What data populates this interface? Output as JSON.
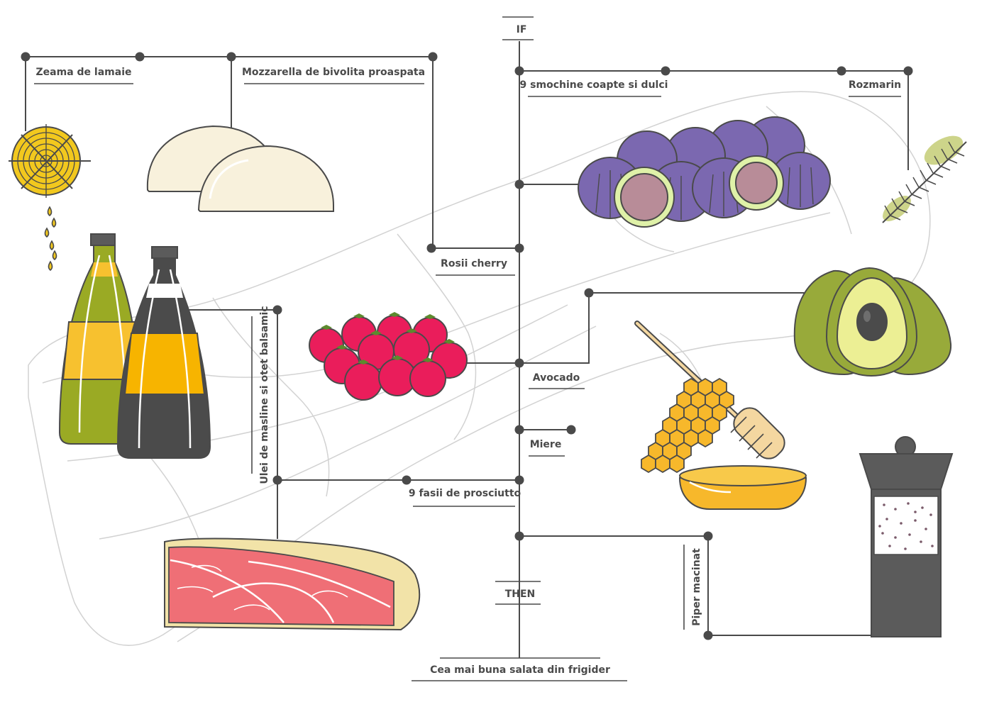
{
  "labels": {
    "if": "IF",
    "then": "THEN",
    "lemon_juice": "Zeama de lamaie",
    "mozzarella": "Mozzarella de bivolita proaspata",
    "figs": "9 smochine coapte si dulci",
    "rosemary": "Rozmarin",
    "cherry_tomatoes": "Rosii cherry",
    "oil_vinegar": "Ulei de masline si otet balsamic",
    "avocado": "Avocado",
    "honey": "Miere",
    "prosciutto": "9 fasii de prosciutto",
    "pepper": "Piper macinat",
    "result": "Cea mai buna salata din frigider"
  },
  "colors": {
    "line": "#4a4a4a",
    "lemon": "#f2c81e",
    "olive_oil": "#9aaa24",
    "orange": "#f7b400",
    "dark": "#4b4b4b",
    "mozzarella": "#f8f1dc",
    "fig": "#7b68b0",
    "fig_flesh": "#b88c98",
    "tomato": "#ea1d5b",
    "avocado_skin": "#98aa3a",
    "avocado_flesh": "#ecef94",
    "honey": "#f7b82b",
    "prosciutto": "#ef6f76",
    "prosciutto_fat": "#f2e3a8",
    "ghost_outline": "#d2d2d2"
  },
  "icons": [
    "lemon-icon",
    "oil-drops-icon",
    "mozzarella-icon",
    "olive-oil-bottle-icon",
    "balsamic-bottle-icon",
    "figs-icon",
    "rosemary-icon",
    "cherry-tomatoes-icon",
    "avocado-icon",
    "honeycomb-icon",
    "honey-dipper-icon",
    "honey-bowl-icon",
    "prosciutto-icon",
    "pepper-grinder-icon"
  ]
}
